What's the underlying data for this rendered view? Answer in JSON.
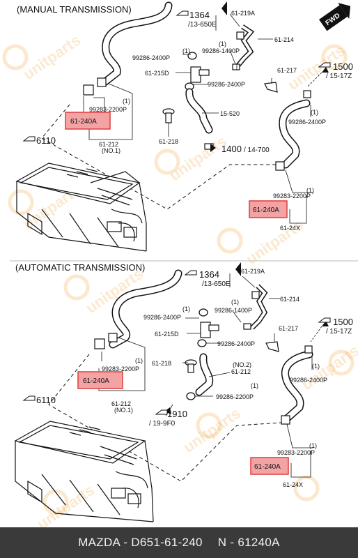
{
  "sections": {
    "manual": {
      "title": "(MANUAL TRANSMISSION)",
      "ref_1364": "1364",
      "ref_1364_sub": "/13-650E",
      "ref_6110": "6110",
      "ref_1400": "1400",
      "ref_1400_sub": "/ 14-700",
      "ref_1500": "1500",
      "ref_1500_sub": "/ 15-17Z",
      "labels": {
        "p61_219A": "61-219A",
        "p61_214": "61-214",
        "p99286_2400P_a": "99286-2400P",
        "p99286_1400P": "99286-1400P",
        "p61_215D": "61-215D",
        "p99286_2400P_b": "99286-2400P",
        "p61_217": "61-217",
        "p99283_2200P_a": "99283-2200P",
        "p15_520": "15-520",
        "p61_218": "61-218",
        "p61_212": "61-212",
        "p61_212_note": "(NO.1)",
        "p99286_2400P_c": "99286-2400P",
        "p99283_2200P_b": "99283-2200P",
        "p61_24X": "61-24X",
        "qty": "(1)"
      },
      "highlight_a": "61-240A",
      "highlight_b": "61-240A"
    },
    "automatic": {
      "title": "(AUTOMATIC TRANSMISSION)",
      "ref_1364": "1364",
      "ref_1364_sub": "/13-650E",
      "ref_6110": "6110",
      "ref_1910": "1910",
      "ref_1910_sub": "/ 19-9F0",
      "ref_1500": "1500",
      "ref_1500_sub": "/ 15-17Z",
      "labels": {
        "p61_219A": "61-219A",
        "p61_214": "61-214",
        "p99286_2400P_a": "99286-2400P",
        "p99286_1400P": "99286-1400P",
        "p61_215D": "61-215D",
        "p99286_2400P_b": "99286-2400P",
        "p61_217": "61-217",
        "p99283_2200P_a": "99283-2200P",
        "p61_218": "61-218",
        "p61_212_no2": "61-212",
        "p61_212_no2_note": "(NO.2)",
        "p61_212": "61-212",
        "p61_212_note": "(NO.1)",
        "p99286_2200P": "99286-2200P",
        "p99286_2400P_c": "99286-2400P",
        "p99283_2200P_b": "99283-2200P",
        "p61_24X": "61-24X",
        "qty": "(1)"
      },
      "highlight_a": "61-240A",
      "highlight_b": "61-240A"
    }
  },
  "fwd_label": "FWD",
  "watermark": "unitparts",
  "footer": {
    "brand_part": "MAZDA - D651-61-240",
    "number": "N - 61240A"
  },
  "colors": {
    "highlight_fill": "#f3a3a3",
    "highlight_border": "#e03c3c",
    "footer_bg": "#3a3a3a",
    "watermark": "#f2b25a"
  }
}
